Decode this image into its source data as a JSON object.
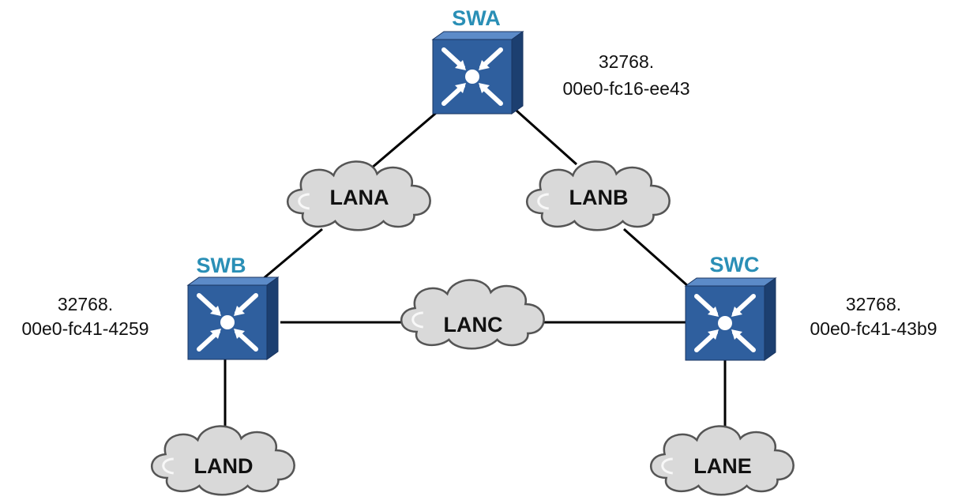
{
  "colors": {
    "switch_label": "#2a8fb6",
    "switch_front": "#2f5f9e",
    "switch_side": "#1c3f70",
    "switch_top": "#5c8bc8",
    "cloud_fill": "#d9d9d9",
    "link": "#000000"
  },
  "switches": {
    "swa": {
      "name": "SWA",
      "priority": "32768.",
      "mac": "00e0-fc16-ee43",
      "icon": "switch-icon"
    },
    "swb": {
      "name": "SWB",
      "priority": "32768.",
      "mac": "00e0-fc41-4259",
      "icon": "switch-icon"
    },
    "swc": {
      "name": "SWC",
      "priority": "32768.",
      "mac": "00e0-fc41-43b9",
      "icon": "switch-icon"
    }
  },
  "lans": {
    "lana": "LANA",
    "lanb": "LANB",
    "lanc": "LANC",
    "land": "LAND",
    "lane": "LANE"
  }
}
